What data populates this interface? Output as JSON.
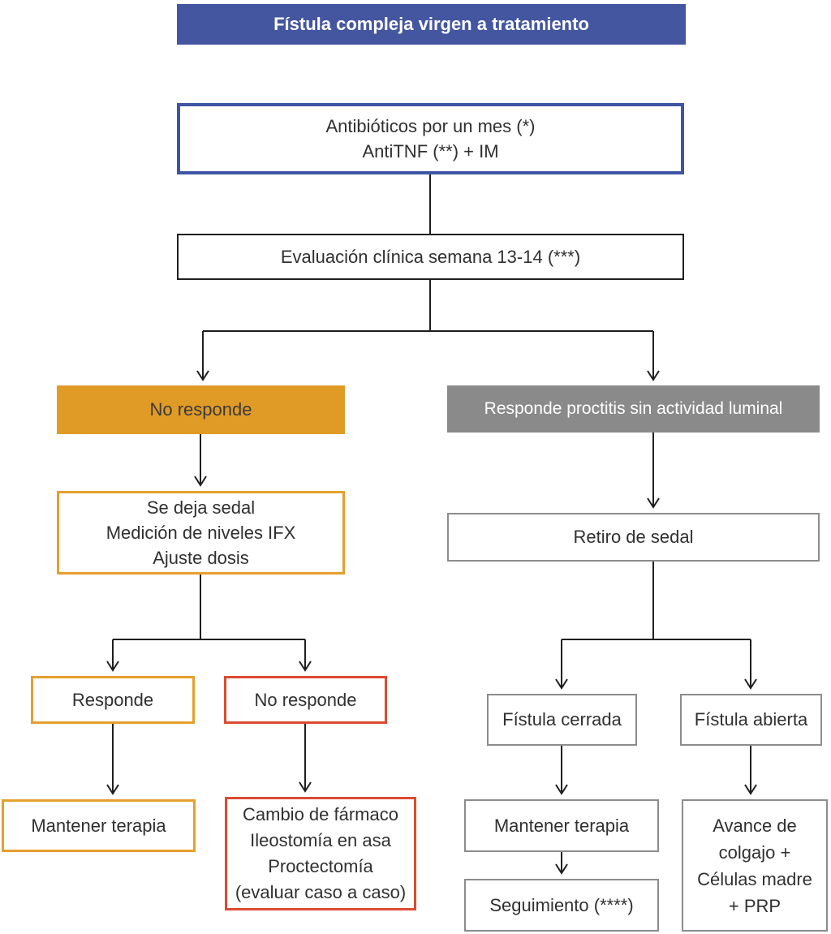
{
  "title": "Fístula compleja virgen a tratamiento",
  "colors": {
    "header_blue": "#4456A0",
    "blue_border": "#3D55A4",
    "black_border": "#1F1F1F",
    "orange_fill": "#E09B26",
    "orange_border": "#E5A02E",
    "red_border": "#DB4B32",
    "gray_fill": "#8A8A8A",
    "gray_border": "#8C8C8C",
    "connector_line": "#1F1F1F",
    "text_dark": "#303030",
    "text_light": "#FFFFFF"
  },
  "nodes": {
    "antibiotics": {
      "lines": [
        "Antibióticos por un mes (*)",
        "AntiTNF (**) + IM"
      ]
    },
    "evaluation": {
      "label": "Evaluación clínica semana 13-14 (***)"
    },
    "no_response": {
      "label": "No responde"
    },
    "response_proctitis": {
      "label": "Responde proctitis sin actividad luminal"
    },
    "seton_levels": {
      "lines": [
        "Se deja sedal",
        "Medición de niveles IFX",
        "Ajuste dosis"
      ]
    },
    "seton_removal": {
      "label": "Retiro de sedal"
    },
    "responds": {
      "label": "Responde"
    },
    "not_responds": {
      "label": "No responde"
    },
    "fistula_closed": {
      "label": "Fístula cerrada"
    },
    "fistula_open": {
      "label": "Fístula abierta"
    },
    "maintain_therapy_left": {
      "label": "Mantener terapia"
    },
    "drug_change": {
      "lines": [
        "Cambio de fármaco",
        "Ileostomía en asa",
        "Proctectomía",
        "(evaluar caso a caso)"
      ]
    },
    "maintain_therapy_right": {
      "label": "Mantener terapia"
    },
    "follow_up": {
      "label": "Seguimiento (****)"
    },
    "flap_advance": {
      "lines": [
        "Avance de",
        "colgajo +",
        "Células madre",
        "+ PRP"
      ]
    }
  }
}
